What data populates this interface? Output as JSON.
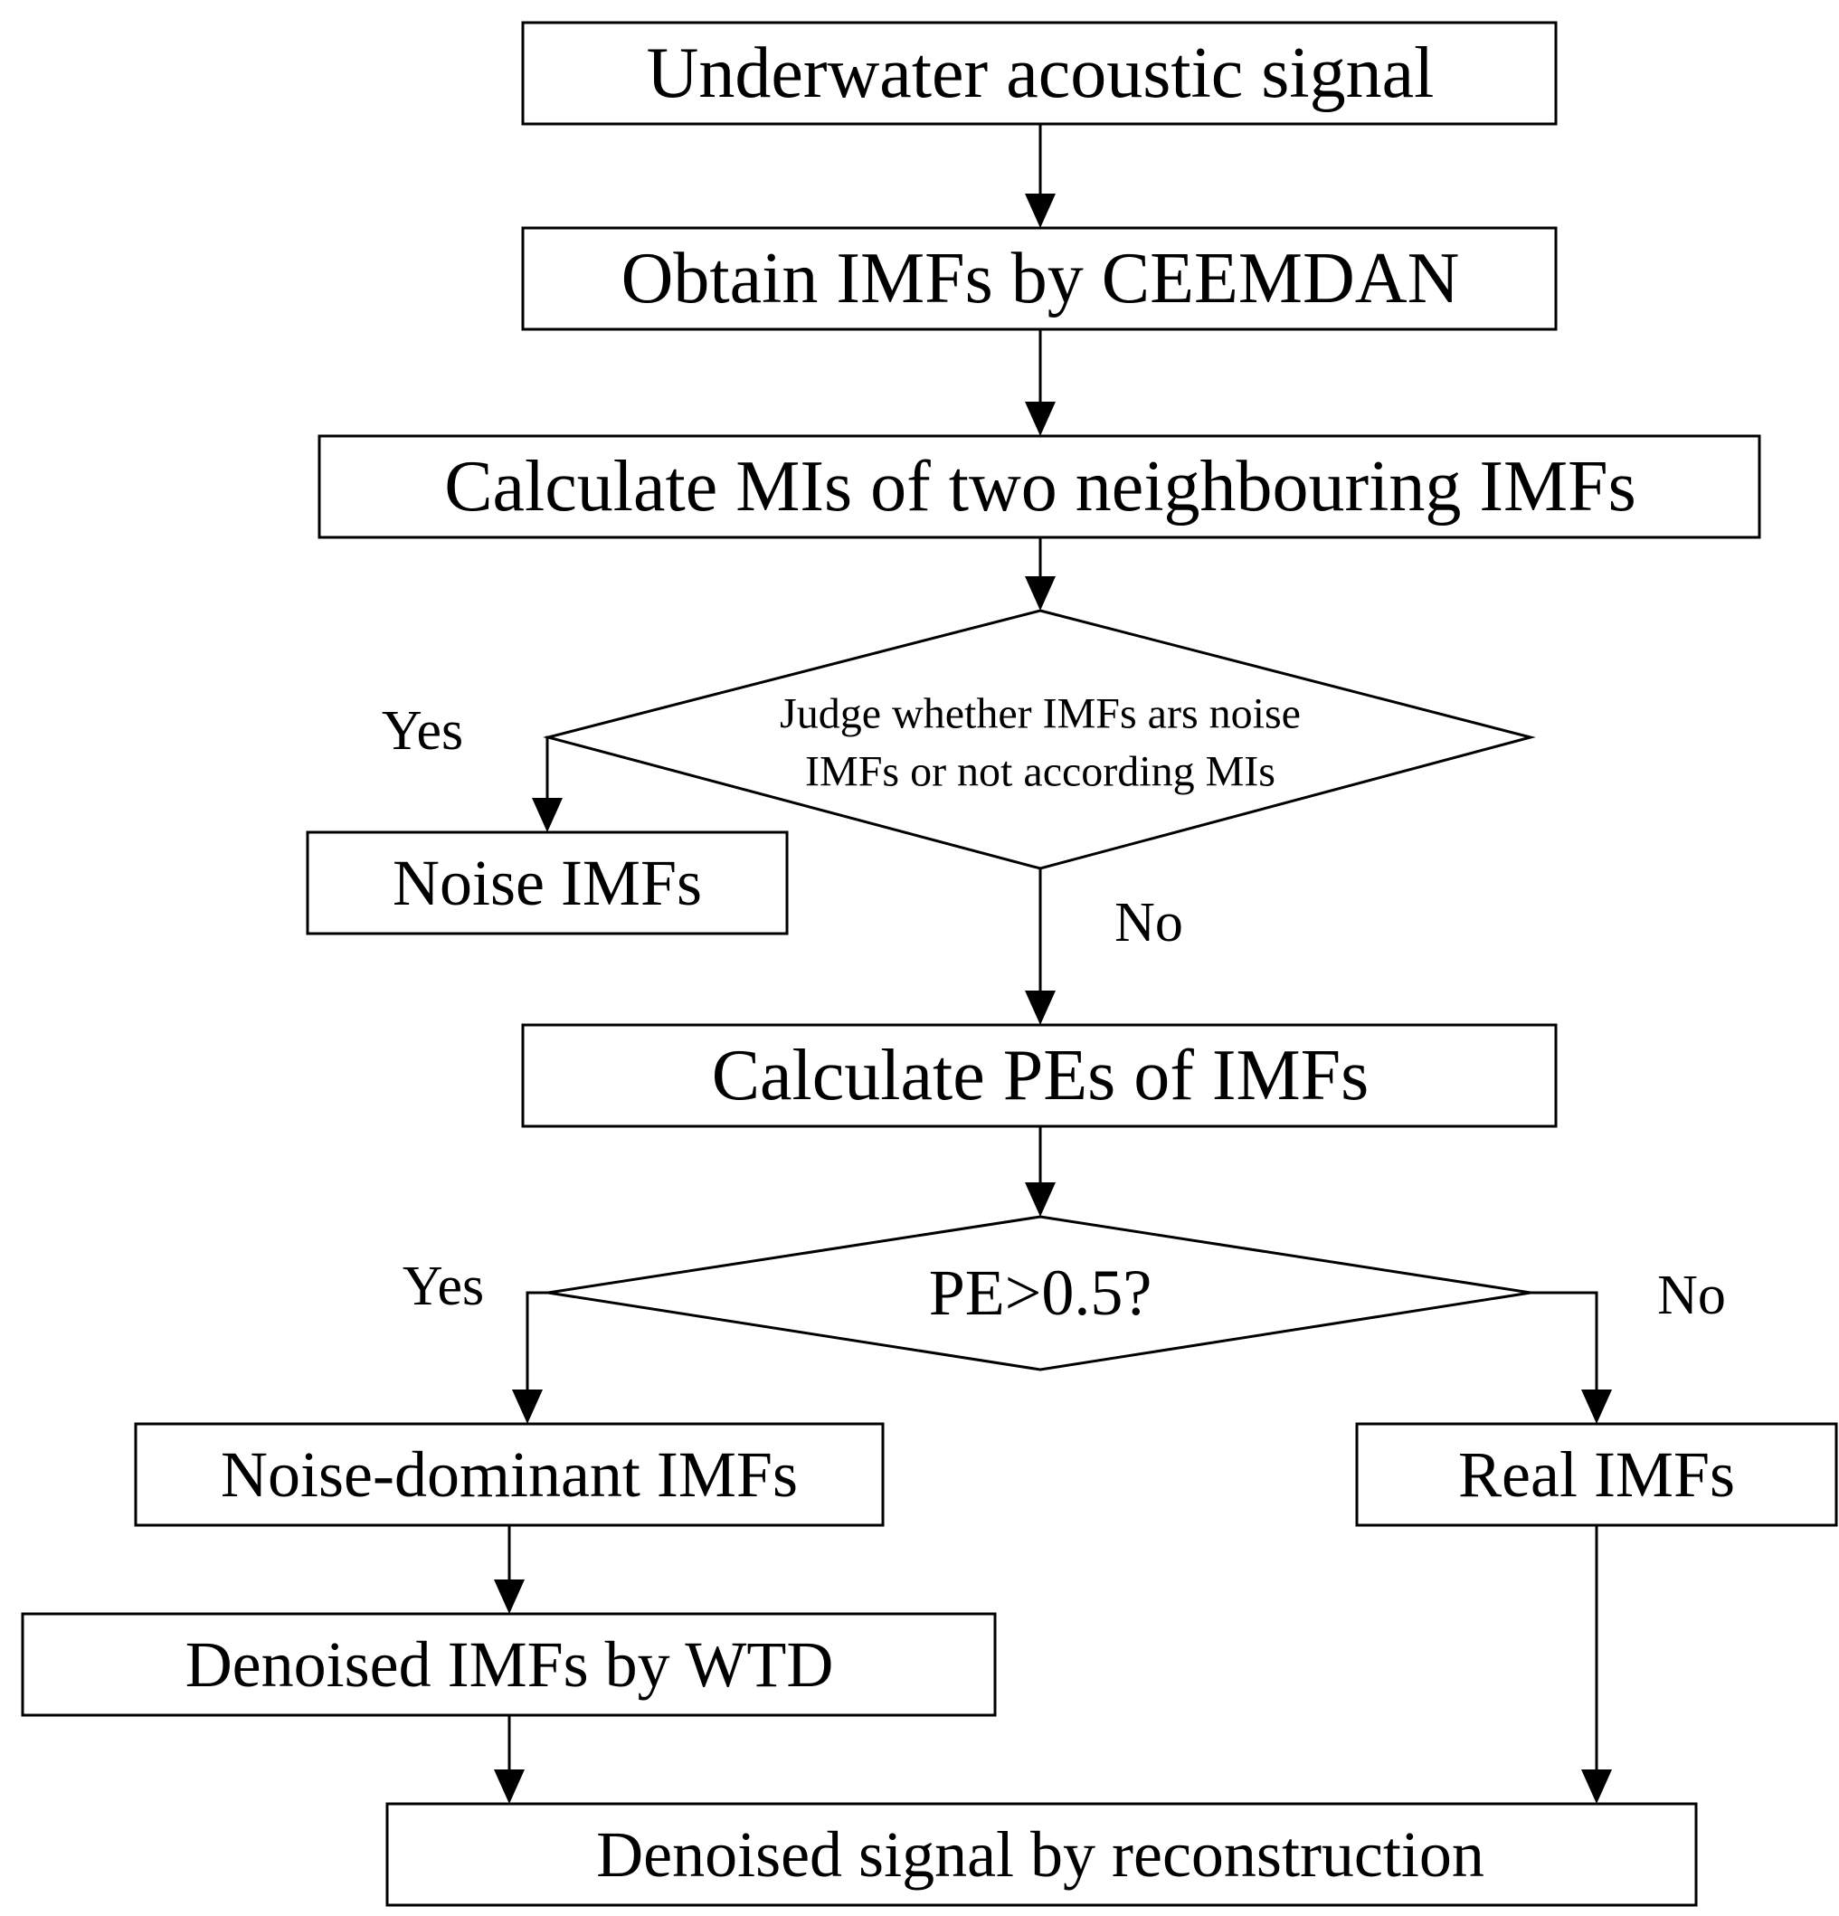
{
  "nodes": {
    "input": "Underwater acoustic signal",
    "ceemdan": "Obtain IMFs by CEEMDAN",
    "mi": "Calculate MIs of two neighbouring IMFs",
    "judge_line1": "Judge whether IMFs ars noise",
    "judge_line2": "IMFs or not according MIs",
    "noise_imfs": "Noise IMFs",
    "pe": "Calculate PEs of IMFs",
    "pe_test": "PE>0.5?",
    "noise_dominant": "Noise-dominant IMFs",
    "real_imfs": "Real IMFs",
    "wtd": "Denoised IMFs by WTD",
    "output": "Denoised signal by reconstruction"
  },
  "edges": {
    "judge_yes": "Yes",
    "judge_no": "No",
    "pe_yes": "Yes",
    "pe_no": "No"
  }
}
